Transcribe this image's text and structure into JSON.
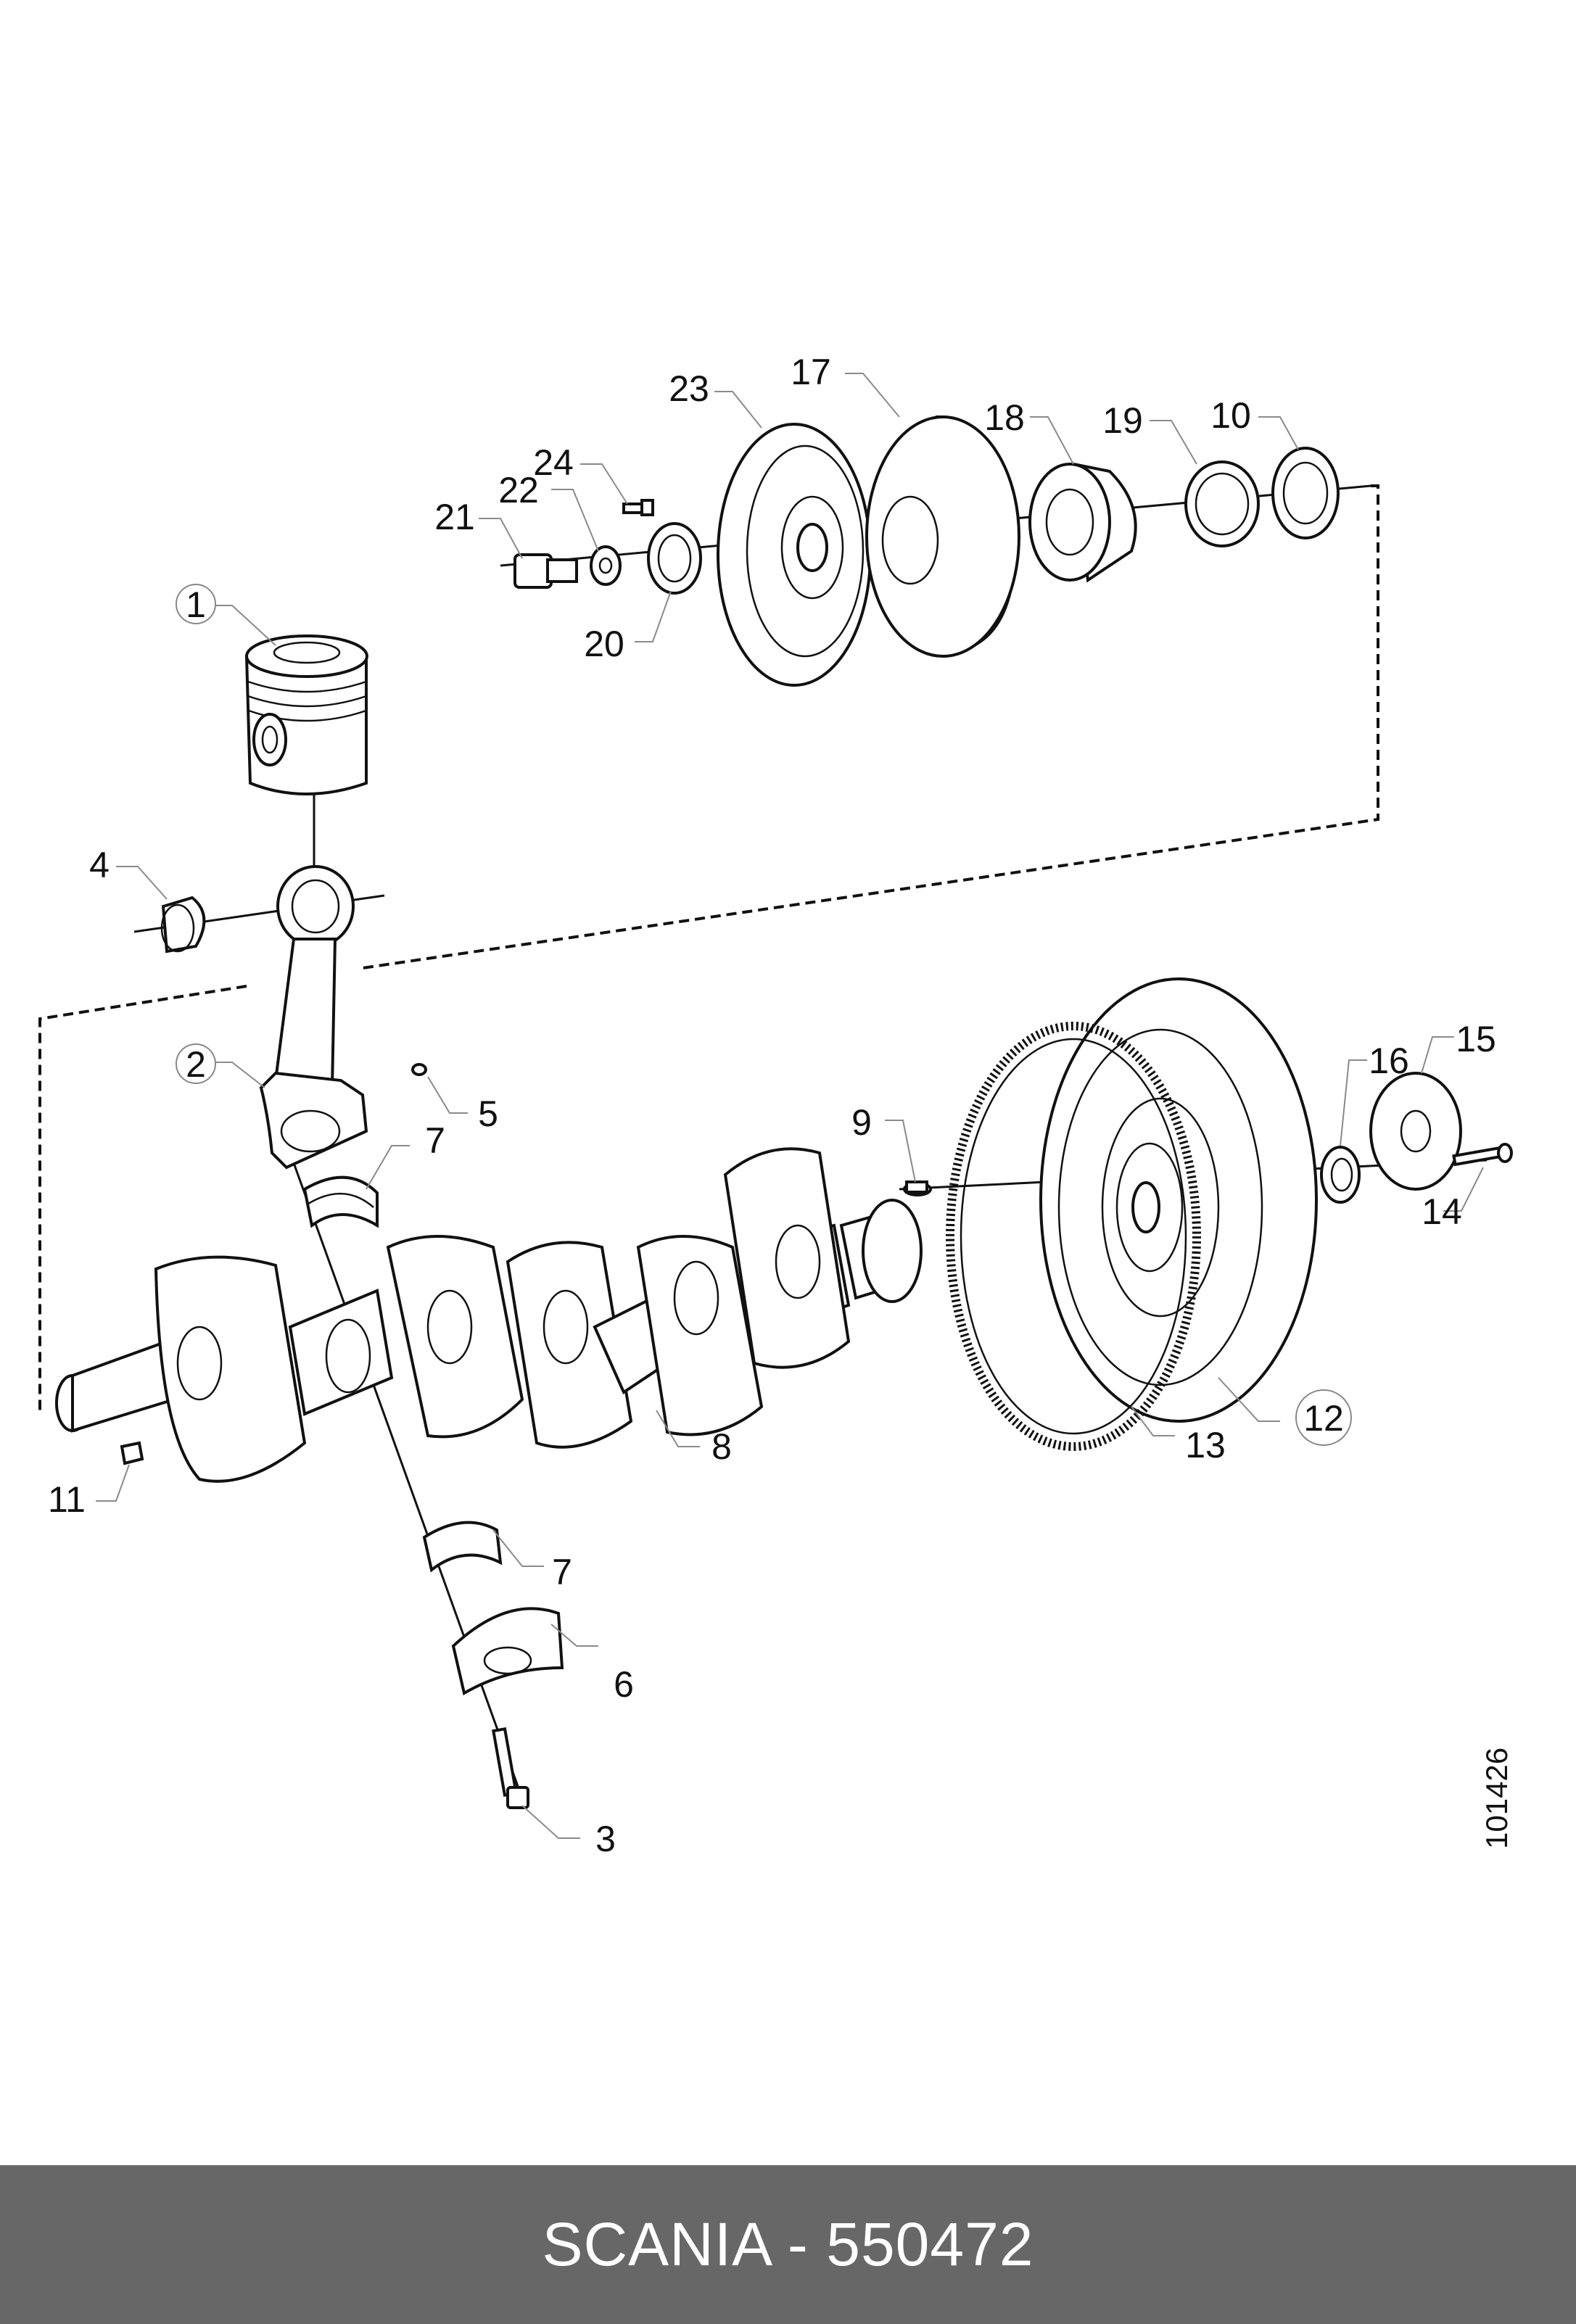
{
  "diagram": {
    "drawing_code": "101426",
    "labels": [
      {
        "id": "1",
        "text": "1",
        "circled": true
      },
      {
        "id": "2",
        "text": "2",
        "circled": true
      },
      {
        "id": "3",
        "text": "3",
        "circled": false
      },
      {
        "id": "4",
        "text": "4",
        "circled": false
      },
      {
        "id": "5",
        "text": "5",
        "circled": false
      },
      {
        "id": "6",
        "text": "6",
        "circled": false
      },
      {
        "id": "7a",
        "text": "7",
        "circled": false
      },
      {
        "id": "7b",
        "text": "7",
        "circled": false
      },
      {
        "id": "8",
        "text": "8",
        "circled": false
      },
      {
        "id": "9",
        "text": "9",
        "circled": false
      },
      {
        "id": "10",
        "text": "10",
        "circled": false
      },
      {
        "id": "11",
        "text": "11",
        "circled": false
      },
      {
        "id": "12",
        "text": "12",
        "circled": true
      },
      {
        "id": "13",
        "text": "13",
        "circled": false
      },
      {
        "id": "14",
        "text": "14",
        "circled": false
      },
      {
        "id": "15",
        "text": "15",
        "circled": false
      },
      {
        "id": "16",
        "text": "16",
        "circled": false
      },
      {
        "id": "17",
        "text": "17",
        "circled": false
      },
      {
        "id": "18",
        "text": "18",
        "circled": false
      },
      {
        "id": "19",
        "text": "19",
        "circled": false
      },
      {
        "id": "20",
        "text": "20",
        "circled": false
      },
      {
        "id": "21",
        "text": "21",
        "circled": false
      },
      {
        "id": "22",
        "text": "22",
        "circled": false
      },
      {
        "id": "23",
        "text": "23",
        "circled": false
      },
      {
        "id": "24",
        "text": "24",
        "circled": false
      }
    ]
  },
  "footer": {
    "text": "SCANIA - 550472"
  }
}
